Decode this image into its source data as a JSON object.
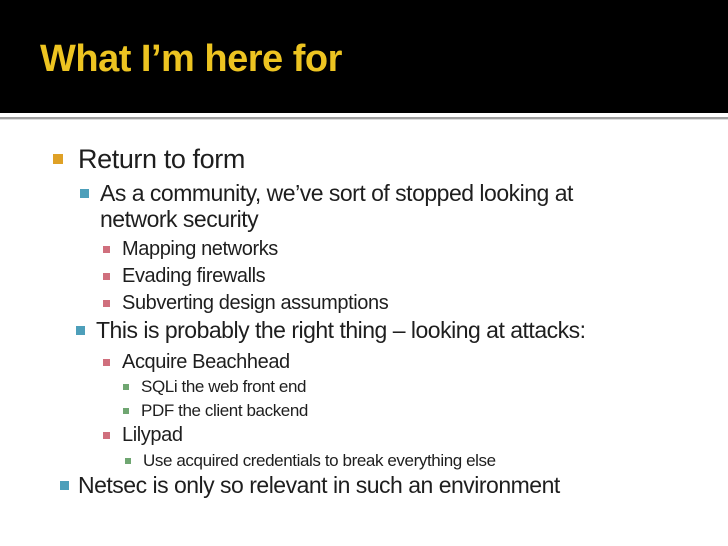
{
  "slide": {
    "title": "What I’m here for",
    "colors": {
      "header_bg": "#000000",
      "title_text": "#EDC421",
      "body_bg": "#FFFFFF",
      "body_text": "#1E1E1E",
      "separator_line": "#A0A0A0",
      "bullet_level1": "#DFA126",
      "bullet_level2": "#4D9FBA",
      "bullet_level3": "#D06F7D",
      "bullet_level4": "#6FA671"
    },
    "outline": {
      "items": [
        {
          "level": 1,
          "text": "Return to form"
        },
        {
          "level": 2,
          "text": "As a community, we’ve sort of stopped looking at network security"
        },
        {
          "level": 3,
          "text": "Mapping networks"
        },
        {
          "level": 3,
          "text": "Evading firewalls"
        },
        {
          "level": 3,
          "text": "Subverting design assumptions"
        },
        {
          "level": 2,
          "text": "This is probably the right thing – looking at attacks:"
        },
        {
          "level": 3,
          "text": "Acquire Beachhead"
        },
        {
          "level": 4,
          "text": "SQLi the web front end"
        },
        {
          "level": 4,
          "text": "PDF the client backend"
        },
        {
          "level": 3,
          "text": "Lilypad"
        },
        {
          "level": 4,
          "text": "Use acquired credentials to break everything else"
        },
        {
          "level": 2,
          "text": "Netsec is only so relevant in such an environment"
        }
      ]
    }
  }
}
